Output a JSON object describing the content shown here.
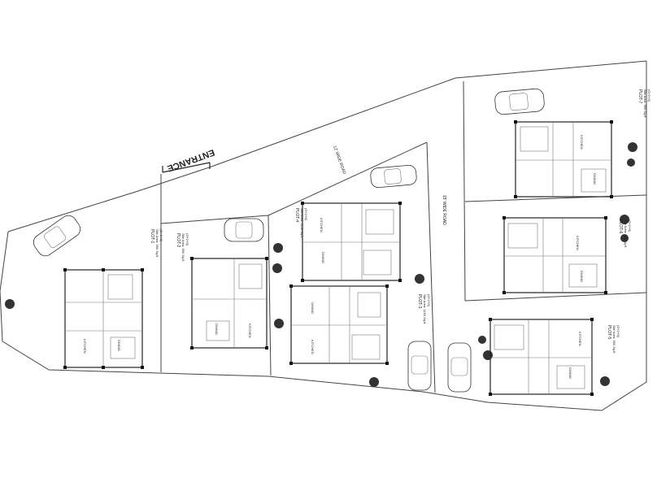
{
  "entrance": {
    "label": "ENTRANCE"
  },
  "roads": {
    "road_top": "12' WIDE ROAD",
    "road_right": "15' WIDE ROAD"
  },
  "room_labels": {
    "kitchen": "KITCHEN",
    "dining": "DINING"
  },
  "plots": [
    {
      "id": "plot-1",
      "title": "PLOT-1",
      "lines": [
        "Site Area: 960 Sq.ft",
        "(G+2+S)"
      ]
    },
    {
      "id": "plot-2",
      "title": "PLOT-2",
      "lines": [
        "Site Area: 960 Sq.ft",
        "(G+2+S)"
      ]
    },
    {
      "id": "plot-3",
      "title": "PLOT-3",
      "lines": [
        "Site Area: 1150 Sq.ft",
        "(G+2+S)"
      ]
    },
    {
      "id": "plot-4",
      "title": "PLOT-4",
      "lines": [
        "Site Area: 1150 Sq.ft",
        "(G+2+S)"
      ]
    },
    {
      "id": "plot-5",
      "title": "PLOT-5",
      "lines": [
        "Site Area: 960 Sq.ft",
        "(G+2+S)"
      ]
    },
    {
      "id": "plot-6",
      "title": "PLOT-6",
      "lines": [
        "Site Area: 960 Sq.ft",
        "(G+2+S)"
      ]
    },
    {
      "id": "plot-7",
      "title": "PLOT-7",
      "lines": [
        "Site Area: 960 Sq.ft",
        "(G+2+S)"
      ]
    }
  ]
}
